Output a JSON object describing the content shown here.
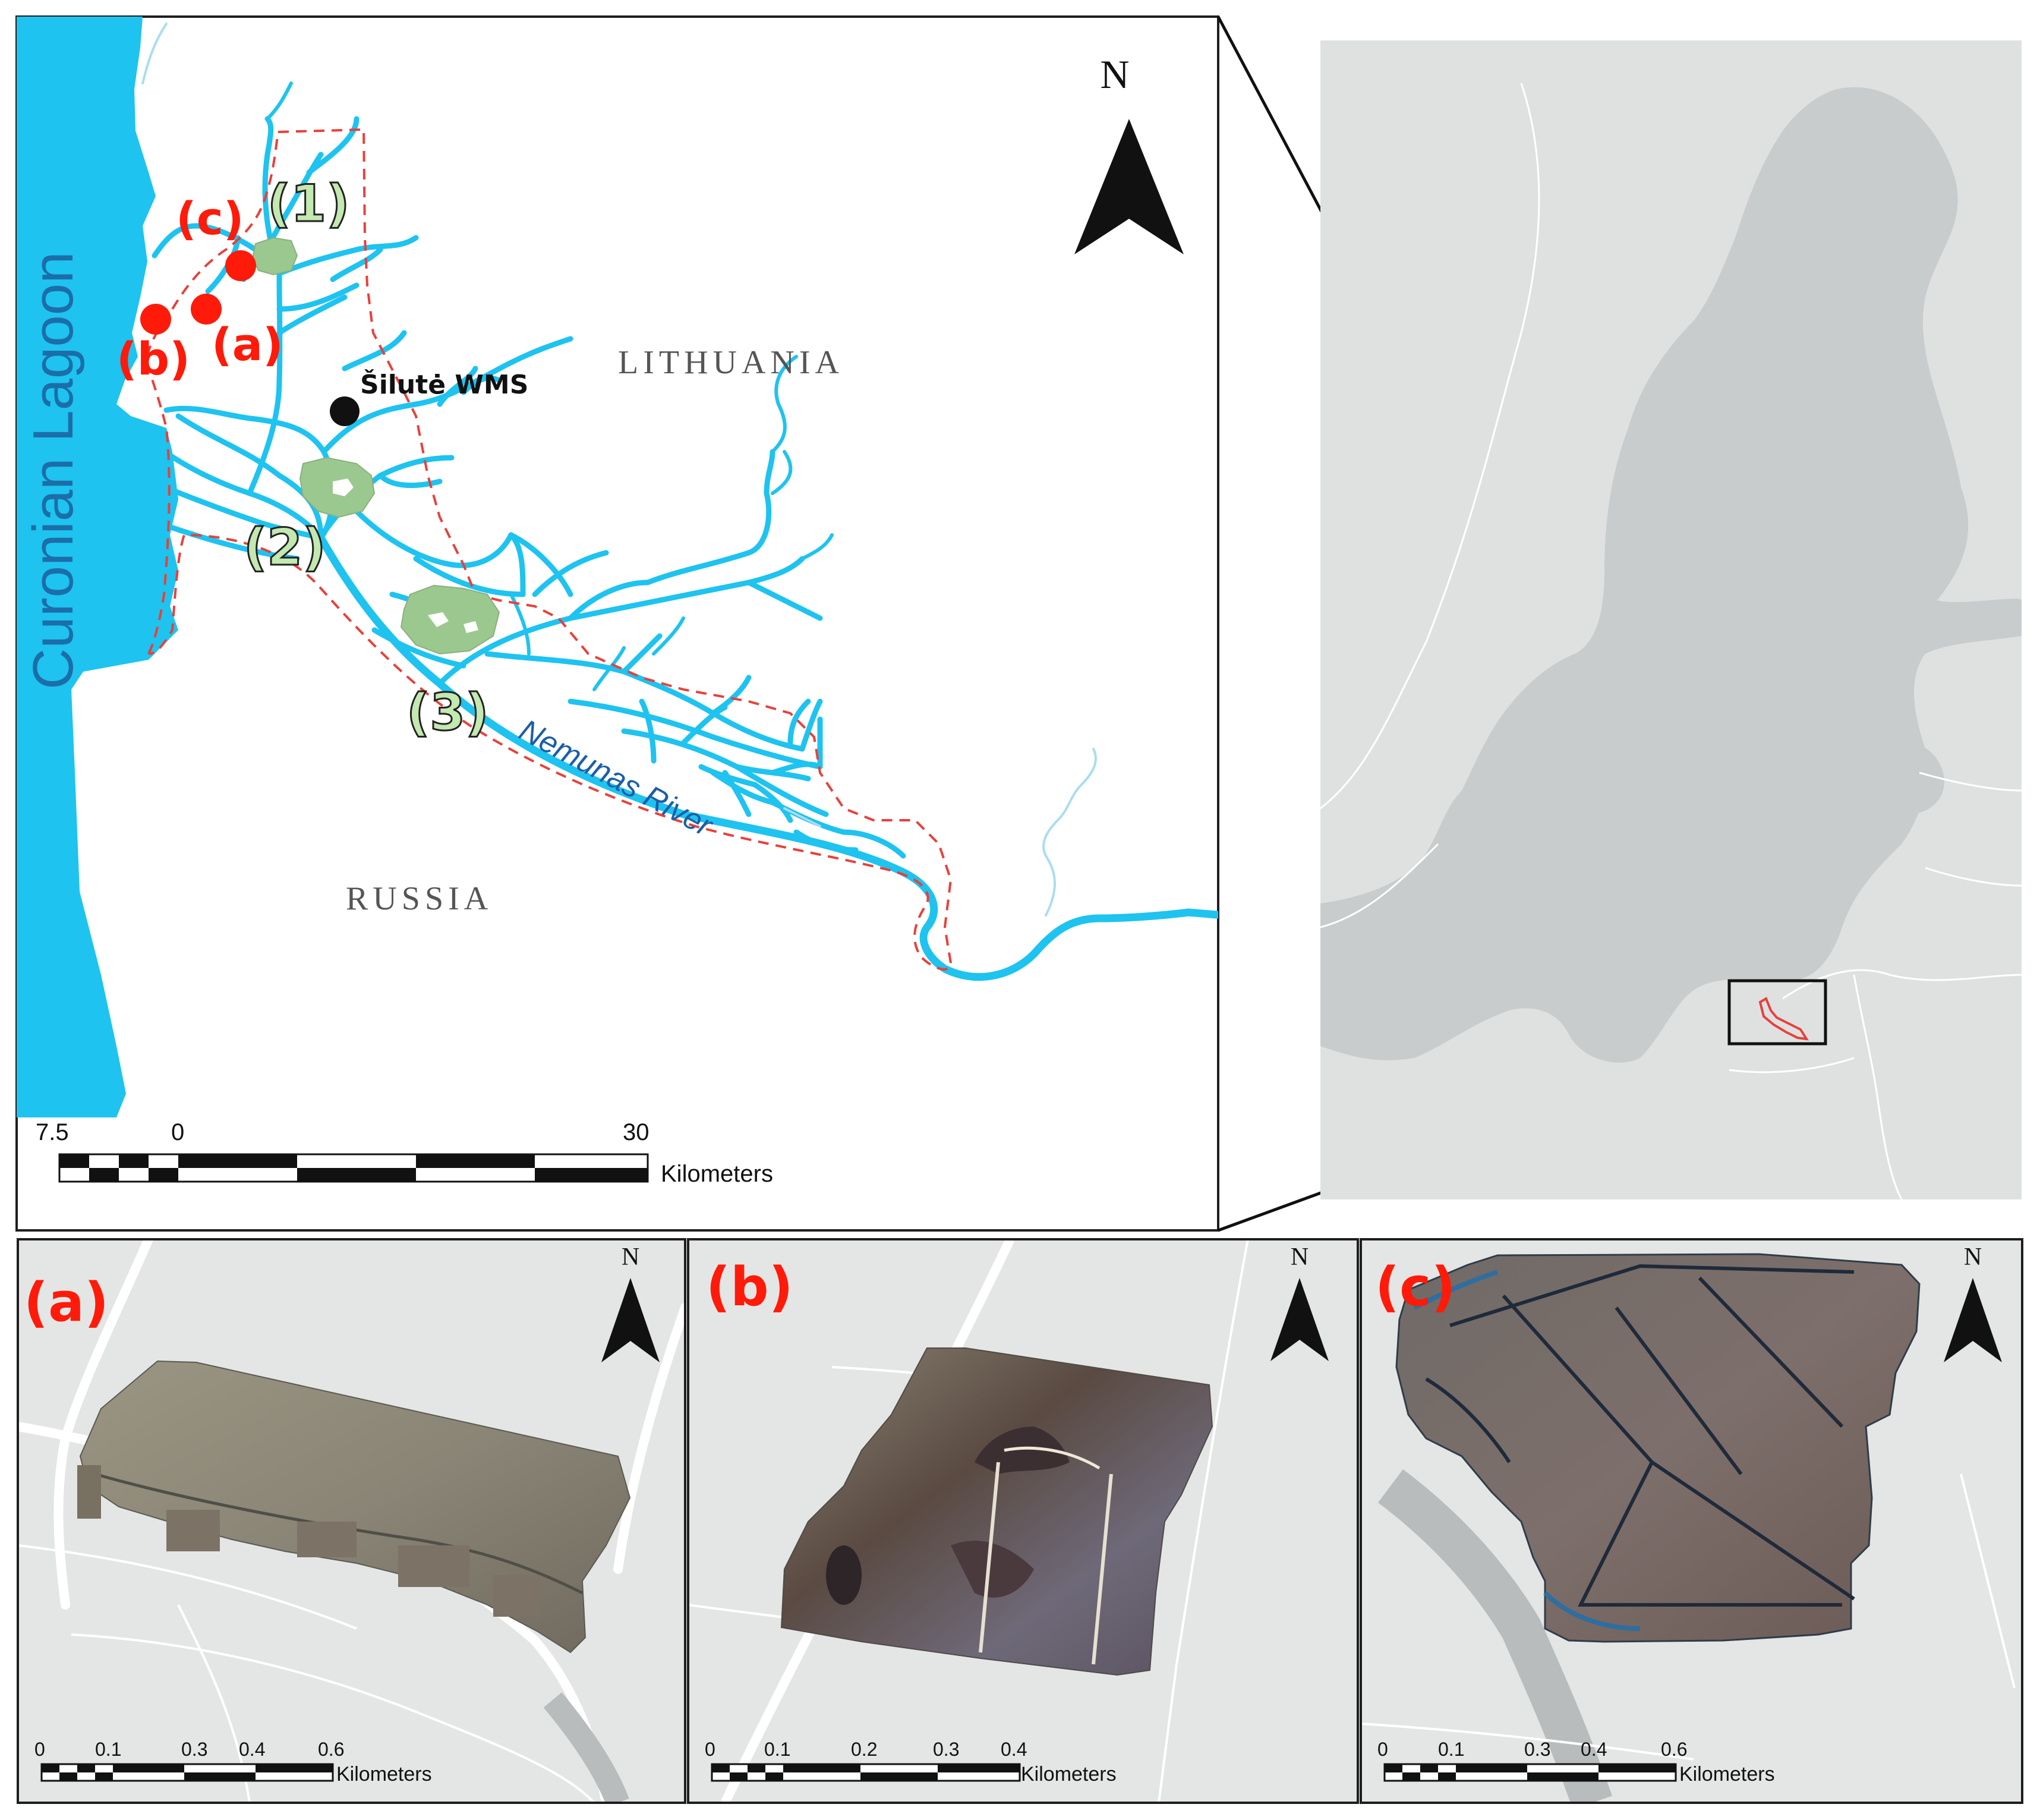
{
  "main_map": {
    "north_label": "N",
    "country_lithuania": "LITHUANIA",
    "country_russia": "RUSSIA",
    "lagoon_label": "Curonian Lagoon",
    "river_label": "Nemunas River",
    "station_label": "Šilutė WMS",
    "site_a": "(a)",
    "site_b": "(b)",
    "site_c": "(c)",
    "polder_1": "(1)",
    "polder_2": "(2)",
    "polder_3": "(3)",
    "scale": {
      "ticks": [
        "7.5",
        "0",
        "30"
      ],
      "unit": "Kilometers"
    }
  },
  "colors": {
    "water": "#1ec3f0",
    "river_label": "#1b5fa8",
    "study_boundary": "#e8403a",
    "site_marker": "#ff1a0a",
    "polder_fill": "#9bc88e",
    "polder_label": "#c3e8b0",
    "inset_land": "#dfe1e1",
    "inset_sea": "#c9cccd",
    "panel_bg": "#e3e6e4"
  },
  "inset_map": {
    "extent_box": "red-extent-outline"
  },
  "panels": [
    {
      "id": "a",
      "label": "(a)",
      "north_label": "N",
      "scale_ticks": [
        "0",
        "0.1",
        "0.3",
        "0.4",
        "0.6"
      ],
      "scale_unit": "Kilometers"
    },
    {
      "id": "b",
      "label": "(b)",
      "north_label": "N",
      "scale_ticks": [
        "0",
        "0.1",
        "0.2",
        "0.3",
        "0.4"
      ],
      "scale_unit": "Kilometers"
    },
    {
      "id": "c",
      "label": "(c)",
      "north_label": "N",
      "scale_ticks": [
        "0",
        "0.1",
        "0.3",
        "0.4",
        "0.6"
      ],
      "scale_unit": "Kilometers"
    }
  ]
}
